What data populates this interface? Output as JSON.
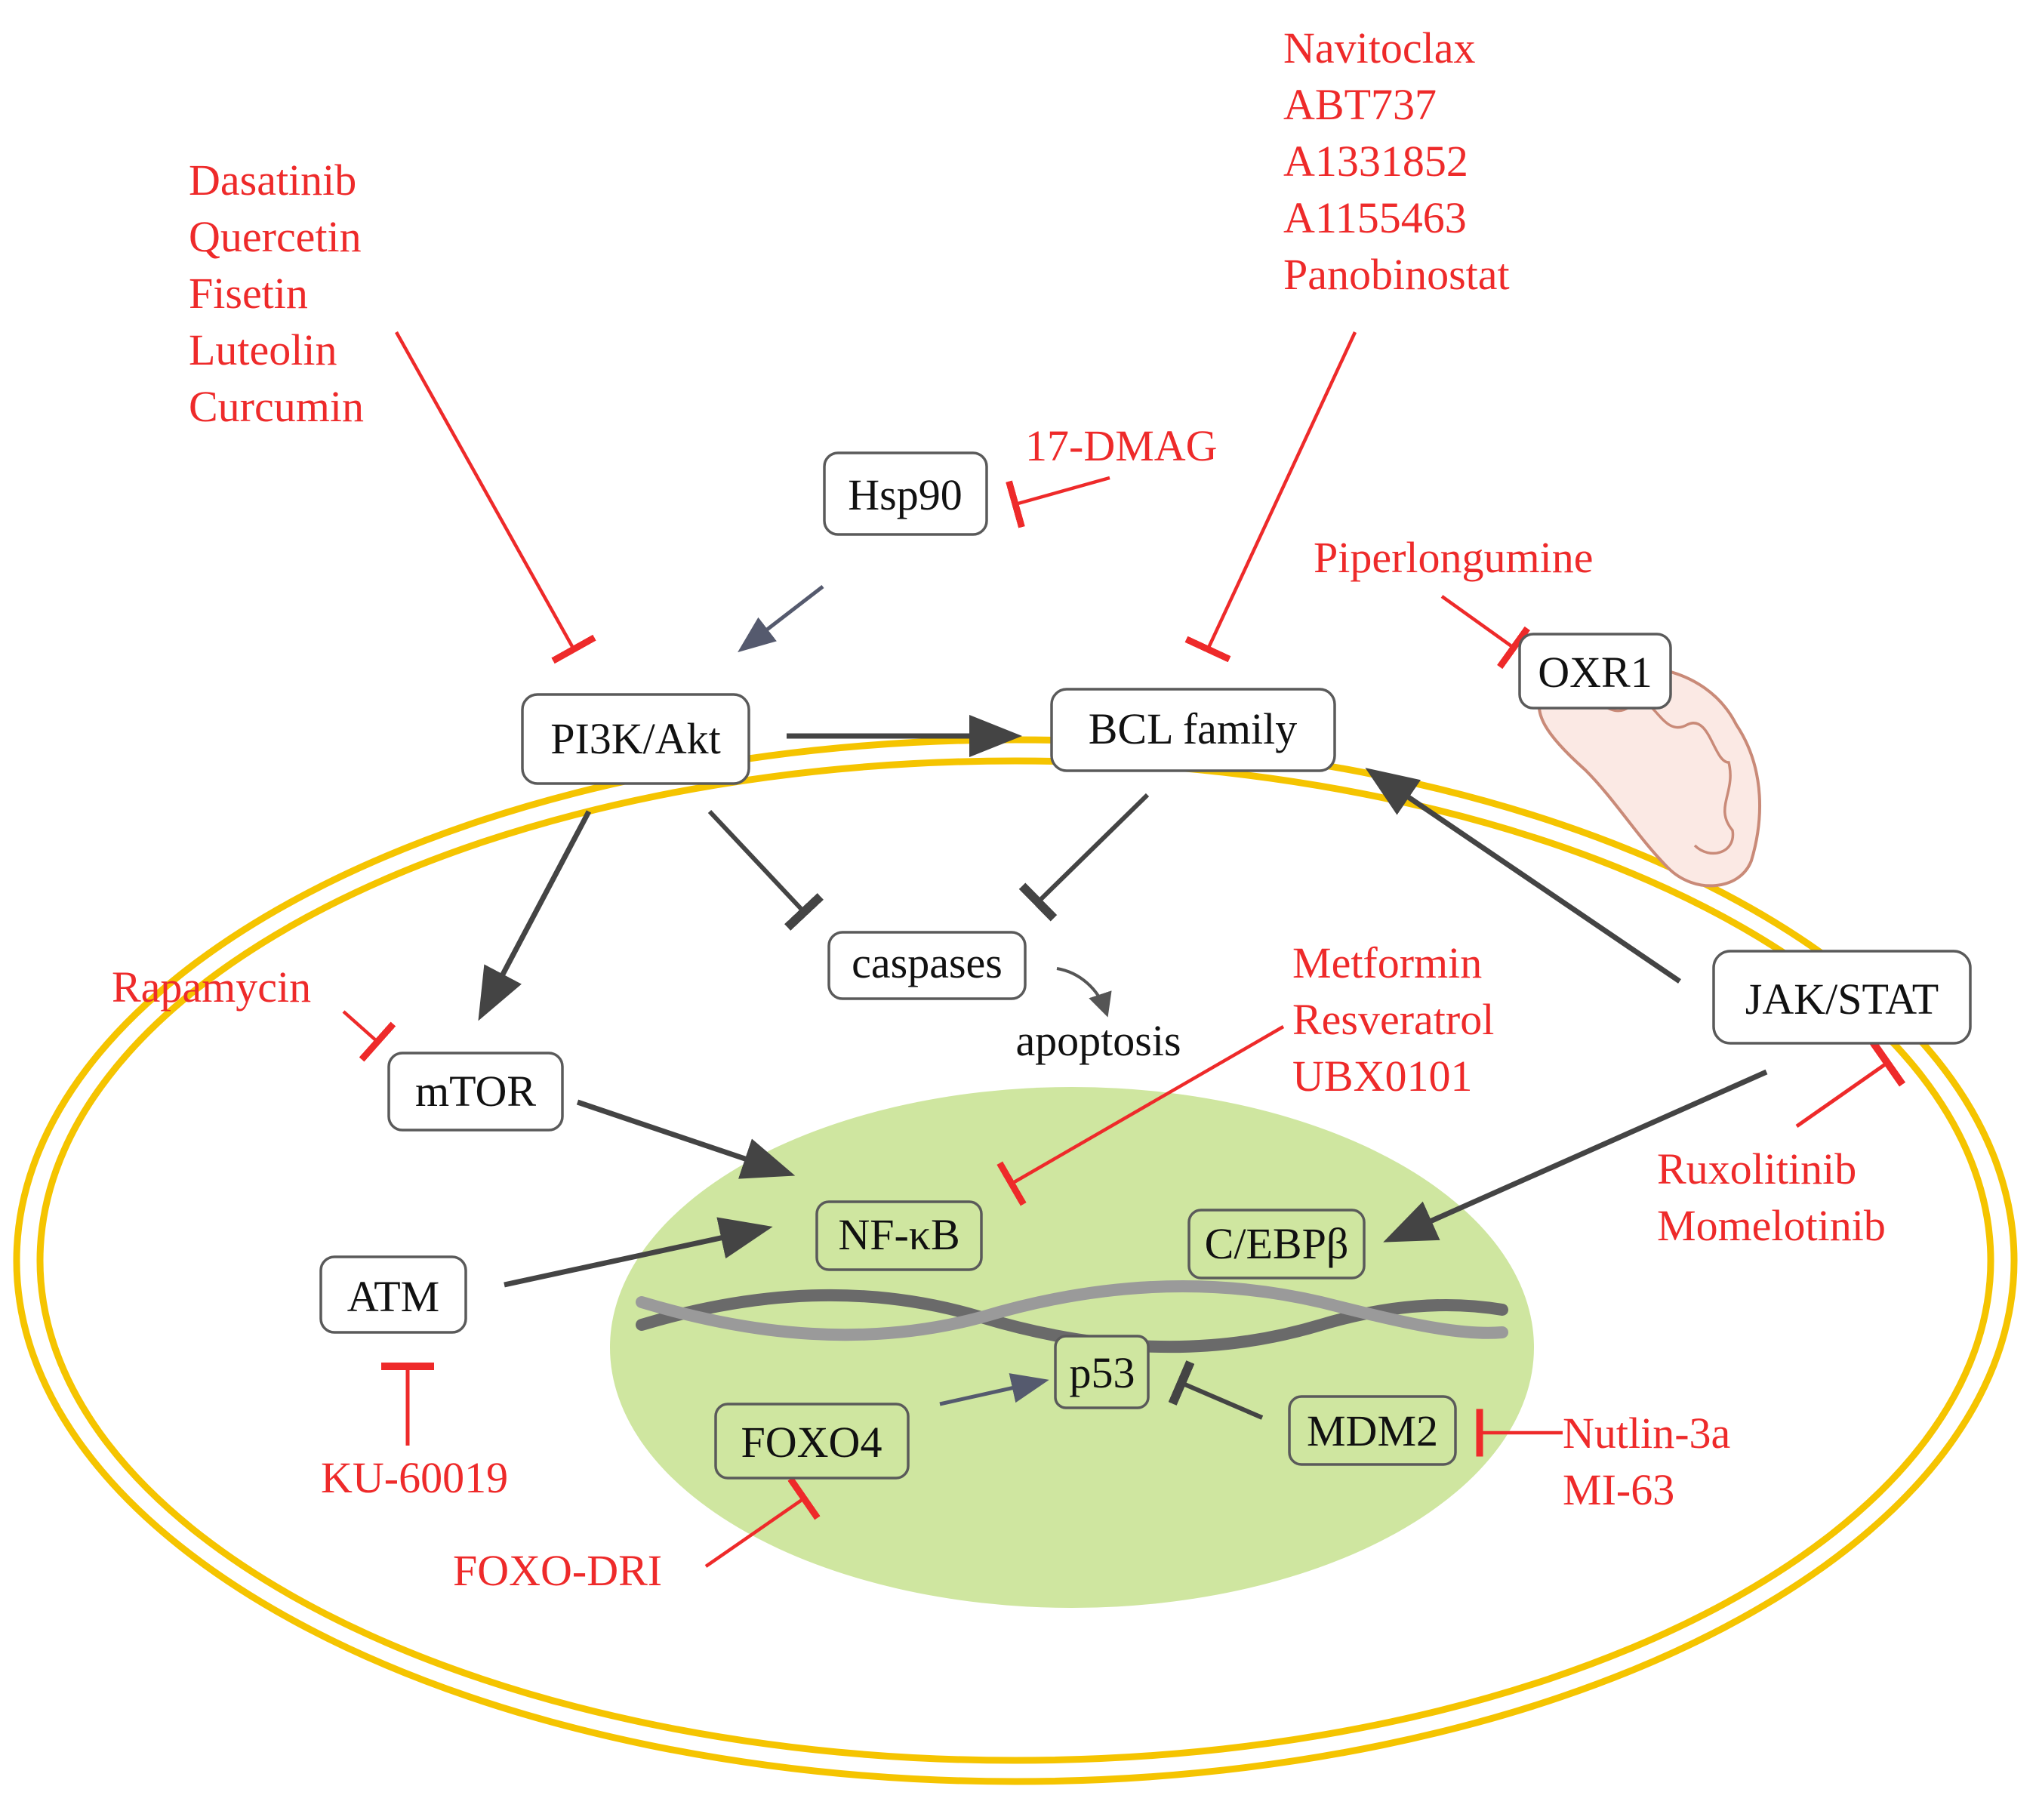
{
  "nodes": {
    "hsp90": "Hsp90",
    "pi3k_akt": "PI3K/Akt",
    "bcl_family": "BCL family",
    "oxr1": "OXR1",
    "caspases": "caspases",
    "apoptosis": "apoptosis",
    "mtor": "mTOR",
    "jak_stat": "JAK/STAT",
    "nf_kb": "NF-κB",
    "c_ebpb": "C/EBPβ",
    "atm": "ATM",
    "p53": "p53",
    "foxo4": "FOXO4",
    "mdm2": "MDM2"
  },
  "drugs": {
    "pi3k_group": [
      "Dasatinib",
      "Quercetin",
      "Fisetin",
      "Luteolin",
      "Curcumin"
    ],
    "bcl_group": [
      "Navitoclax",
      "ABT737",
      "A1331852",
      "A1155463",
      "Panobinostat"
    ],
    "hsp90_inhibitor": "17-DMAG",
    "oxr1_inhibitor": "Piperlongumine",
    "mtor_inhibitor": "Rapamycin",
    "nfkb_group": [
      "Metformin",
      "Resveratrol",
      "UBX0101"
    ],
    "jak_group": [
      "Ruxolitinib",
      "Momelotinib"
    ],
    "atm_inhibitor": "KU-60019",
    "foxo_inhibitor": "FOXO-DRI",
    "mdm2_group": [
      "Nutlin-3a",
      "MI-63"
    ]
  },
  "colors": {
    "drug_red": "#ee2a2a",
    "membrane_yellow": "#f5c400",
    "nucleus_green": "#cfe6a0",
    "mitochondria": "#c98a78"
  }
}
